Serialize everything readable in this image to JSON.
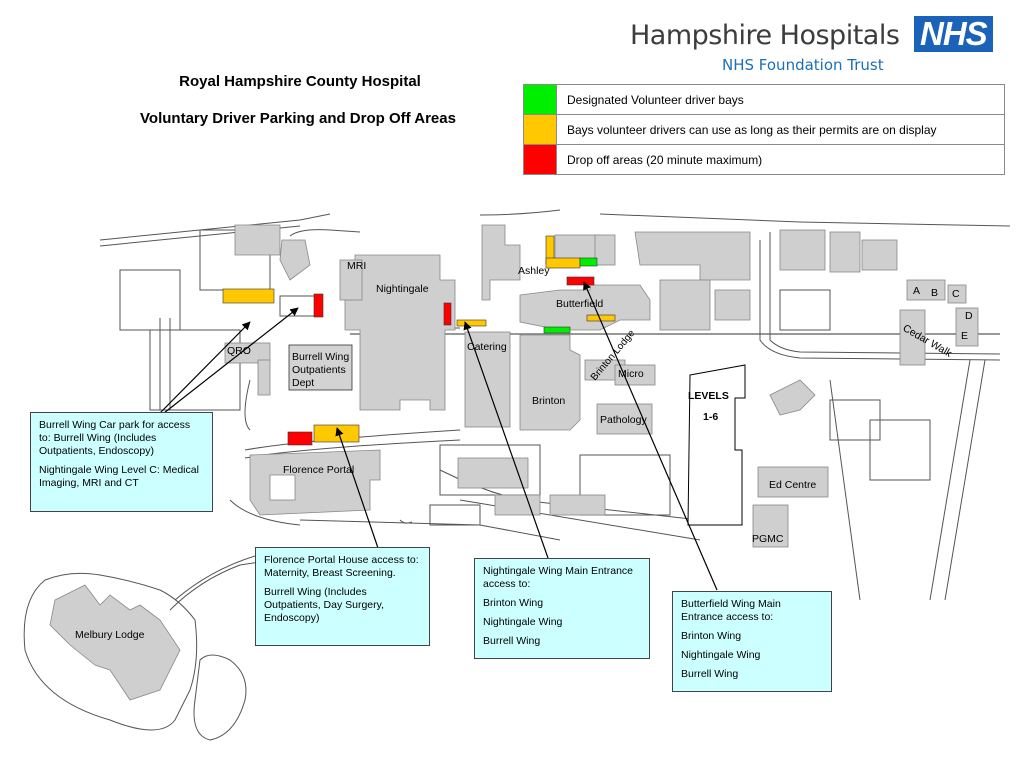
{
  "header": {
    "title_line1": "Royal Hampshire County Hospital",
    "title_line2": "Voluntary Driver Parking and Drop Off Areas"
  },
  "logo": {
    "org_name": "Hampshire Hospitals",
    "badge": "NHS",
    "subtitle": "NHS Foundation Trust",
    "badge_color": "#1a63b8",
    "subtitle_color": "#1c6fb7"
  },
  "legend": {
    "items": [
      {
        "color": "#00ee00",
        "label": "Designated Volunteer driver bays"
      },
      {
        "color": "#ffc800",
        "label": "Bays volunteer drivers can use as long as their permits are on display"
      },
      {
        "color": "#ff0000",
        "label": "Drop off areas (20 minute maximum)"
      }
    ]
  },
  "map": {
    "labels": {
      "mri": "MRI",
      "nightingale": "Nightingale",
      "ashley": "Ashley",
      "butterfield": "Butterfield",
      "catering": "Catering",
      "brinton_lodge": "Brinton Lodge",
      "micro": "Micro",
      "brinton": "Brinton",
      "pathology": "Pathology",
      "qro": "QRO",
      "burrell_outpatients": "Burrell Wing Outpatients Dept",
      "florence_portal": "Florence Portal",
      "levels": "LEVELS",
      "levels_range": "1-6",
      "ed_centre": "Ed Centre",
      "pgmc": "PGMC",
      "cedar_walk": "Cedar Walk",
      "melbury_lodge": "Melbury Lodge",
      "block_a": "A",
      "block_b": "B",
      "block_c": "C",
      "block_d": "D",
      "block_e": "E"
    }
  },
  "callouts": {
    "burrell_car_park": {
      "p1": "Burrell Wing Car park for access to: Burrell Wing (Includes Outpatients, Endoscopy)",
      "p2": "Nightingale Wing Level C: Medical Imaging, MRI and CT"
    },
    "florence_portal": {
      "p1": "Florence Portal House access to: Maternity, Breast Screening.",
      "p2": "Burrell Wing (Includes Outpatients, Day Surgery, Endoscopy)"
    },
    "nightingale_entrance": {
      "heading": "Nightingale Wing Main Entrance access to:",
      "items": [
        "Brinton Wing",
        "Nightingale Wing",
        "Burrell Wing"
      ]
    },
    "butterfield_entrance": {
      "heading": "Butterfield Wing Main Entrance access to:",
      "items": [
        "Brinton Wing",
        "Nightingale Wing",
        "Burrell Wing"
      ]
    }
  }
}
